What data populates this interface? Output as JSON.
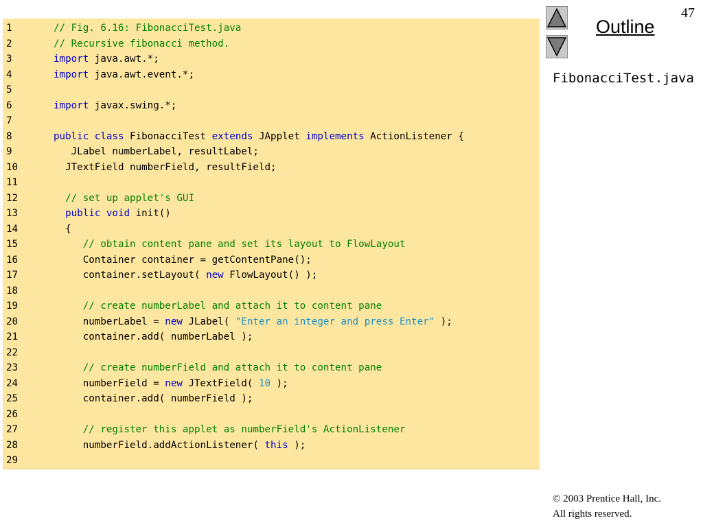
{
  "page": {
    "number": "47"
  },
  "nav": {
    "up_icon": "triangle-up-icon",
    "down_icon": "triangle-down-icon",
    "outline_label": "Outline"
  },
  "file_label": "FibonacciTest.java",
  "footer": {
    "copyright": "© 2003 Prentice Hall, Inc.",
    "rights": "All rights reserved."
  },
  "colors": {
    "panel": "#fde6a0",
    "keyword": "#0000c8",
    "comment": "#008000",
    "string": "#1a8fc8"
  },
  "code_lines": [
    {
      "n": "1",
      "segs": [
        [
          "cm",
          "// Fig. 6.16: FibonacciTest.java"
        ]
      ]
    },
    {
      "n": "2",
      "segs": [
        [
          "cm",
          "// Recursive fibonacci method."
        ]
      ]
    },
    {
      "n": "3",
      "segs": [
        [
          "kw",
          "import"
        ],
        [
          "",
          " java.awt.*;"
        ]
      ]
    },
    {
      "n": "4",
      "segs": [
        [
          "kw",
          "import"
        ],
        [
          "",
          " java.awt.event.*;"
        ]
      ]
    },
    {
      "n": "5",
      "segs": []
    },
    {
      "n": "6",
      "segs": [
        [
          "kw",
          "import"
        ],
        [
          "",
          " javax.swing.*;"
        ]
      ]
    },
    {
      "n": "7",
      "segs": []
    },
    {
      "n": "8",
      "segs": [
        [
          "kw",
          "public class"
        ],
        [
          "",
          " FibonacciTest "
        ],
        [
          "kw",
          "extends"
        ],
        [
          "",
          " JApplet "
        ],
        [
          "kw",
          "implements"
        ],
        [
          "",
          " ActionListener {"
        ]
      ]
    },
    {
      "n": "9",
      "segs": [
        [
          "",
          "   JLabel numberLabel, resultLabel;"
        ]
      ]
    },
    {
      "n": "10",
      "segs": [
        [
          "",
          "  JTextField numberField, resultField;"
        ]
      ]
    },
    {
      "n": "11",
      "segs": []
    },
    {
      "n": "12",
      "segs": [
        [
          "",
          "  "
        ],
        [
          "cm",
          "// set up applet's GUI"
        ]
      ]
    },
    {
      "n": "13",
      "segs": [
        [
          "",
          "  "
        ],
        [
          "kw",
          "public void"
        ],
        [
          "",
          " init()"
        ]
      ]
    },
    {
      "n": "14",
      "segs": [
        [
          "",
          "  {"
        ]
      ]
    },
    {
      "n": "15",
      "segs": [
        [
          "",
          "     "
        ],
        [
          "cm",
          "// obtain content pane and set its layout to FlowLayout"
        ]
      ]
    },
    {
      "n": "16",
      "segs": [
        [
          "",
          "     Container container = getContentPane();"
        ]
      ]
    },
    {
      "n": "17",
      "segs": [
        [
          "",
          "     container.setLayout( "
        ],
        [
          "kw",
          "new"
        ],
        [
          "",
          " FlowLayout() );"
        ]
      ]
    },
    {
      "n": "18",
      "segs": []
    },
    {
      "n": "19",
      "segs": [
        [
          "",
          "     "
        ],
        [
          "cm",
          "// create numberLabel and attach it to content pane"
        ]
      ]
    },
    {
      "n": "20",
      "segs": [
        [
          "",
          "     numberLabel = "
        ],
        [
          "kw",
          "new"
        ],
        [
          "",
          " JLabel( "
        ],
        [
          "st",
          "\"Enter an integer and press Enter\""
        ],
        [
          "",
          " );"
        ]
      ]
    },
    {
      "n": "21",
      "segs": [
        [
          "",
          "     container.add( numberLabel );"
        ]
      ]
    },
    {
      "n": "22",
      "segs": []
    },
    {
      "n": "23",
      "segs": [
        [
          "",
          "     "
        ],
        [
          "cm",
          "// create numberField and attach it to content pane"
        ]
      ]
    },
    {
      "n": "24",
      "segs": [
        [
          "",
          "     numberField = "
        ],
        [
          "kw",
          "new"
        ],
        [
          "",
          " JTextField( "
        ],
        [
          "st",
          "10"
        ],
        [
          "",
          " );"
        ]
      ]
    },
    {
      "n": "25",
      "segs": [
        [
          "",
          "     container.add( numberField );"
        ]
      ]
    },
    {
      "n": "26",
      "segs": []
    },
    {
      "n": "27",
      "segs": [
        [
          "",
          "     "
        ],
        [
          "cm",
          "// register this applet as numberField's ActionListener"
        ]
      ]
    },
    {
      "n": "28",
      "segs": [
        [
          "",
          "     numberField.addActionListener( "
        ],
        [
          "kw",
          "this"
        ],
        [
          "",
          " );"
        ]
      ]
    },
    {
      "n": "29",
      "segs": []
    }
  ]
}
